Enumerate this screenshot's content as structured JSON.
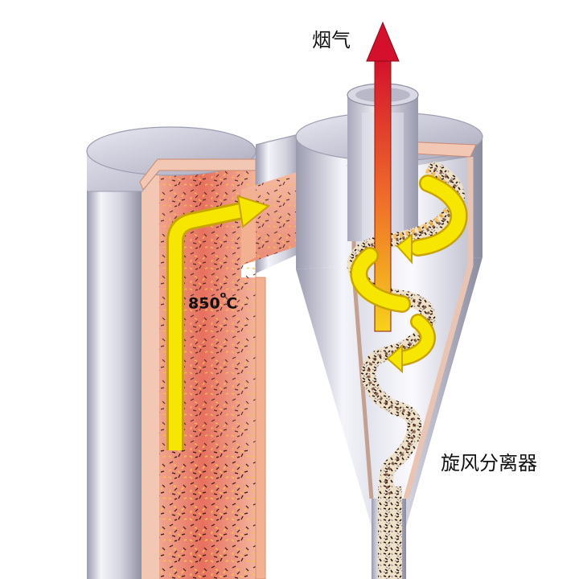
{
  "labels": {
    "flue_gas": "烟气",
    "cyclone": "旋风分离器",
    "temperature": "850",
    "temperature_unit": "C",
    "degree_mark": "o"
  },
  "colors": {
    "steel_light": "#f2f2f7",
    "steel_mid": "#c8c8d6",
    "steel_dark": "#8a8a9c",
    "wall_refractory": "#f3b191",
    "hot_gas": "#ee7f6a",
    "flow_arrow": "#f7e600",
    "flow_arrow_edge": "#c9a400",
    "exhaust_arrow": "#d8102a",
    "particle_dark": "#2a1a14",
    "particle_light": "#f4c060"
  },
  "icons": [
    "up-flow-arrow-icon",
    "flue-gas-arrow-icon",
    "spiral-flow-icon"
  ]
}
